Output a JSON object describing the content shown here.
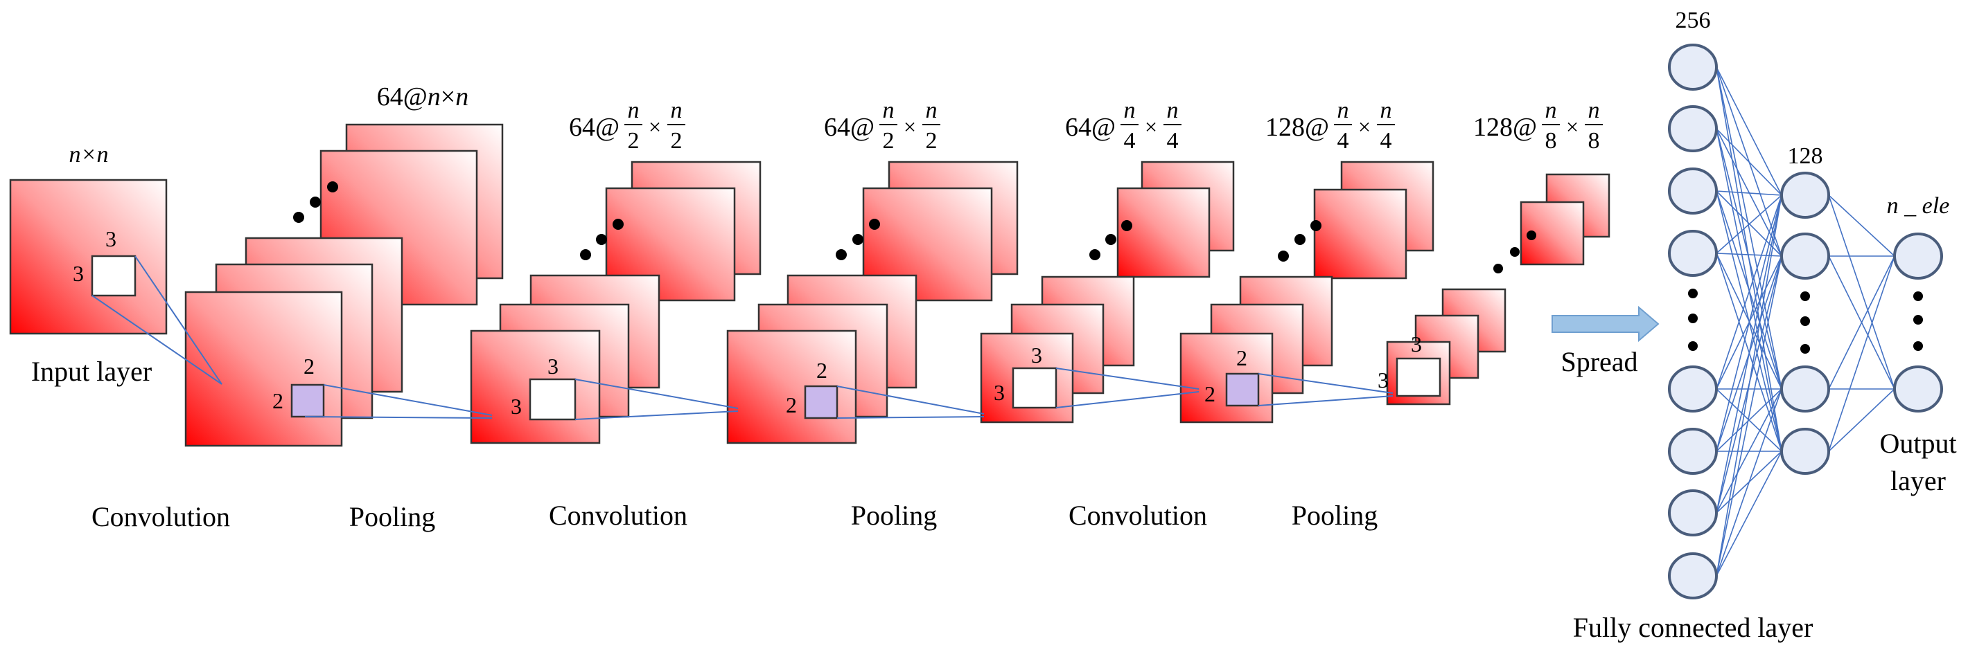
{
  "title": "",
  "input": {
    "size": "n×n",
    "window": "3",
    "label": "Input layer"
  },
  "stages": [
    {
      "name": "Convolution",
      "shape": "64@n×n",
      "window": "2"
    },
    {
      "name": "Pooling",
      "shape": "64@n/2×n/2",
      "window": "3"
    },
    {
      "name": "Convolution",
      "shape": "64@n/2×n/2",
      "window": "2"
    },
    {
      "name": "Pooling",
      "shape": "64@n/4×n/4",
      "window": "3"
    },
    {
      "name": "Convolution",
      "shape": "128@n/4×n/4",
      "window": "2"
    },
    {
      "name": "Pooling",
      "shape": "128@n/8×n/8",
      "window": "3"
    }
  ],
  "spread_label": "Spread",
  "fc": {
    "label": "Fully connected layer",
    "layers": [
      {
        "size": "256",
        "label": ""
      },
      {
        "size": "128",
        "label": ""
      },
      {
        "size": "n_ele",
        "label": "Output layer"
      }
    ]
  },
  "text": {
    "n": "n",
    "n2": "2",
    "n4": "4",
    "n8": "8",
    "times": "×",
    "at64": "64@",
    "at128": "128@",
    "nxn": "n×n",
    "win2": "2",
    "win3": "3",
    "input_label": "Input layer",
    "conv": "Convolution",
    "pool": "Pooling",
    "spread": "Spread",
    "fc_label": "Fully connected layer",
    "l256": "256",
    "l128": "128",
    "nele": "n _ ele",
    "output1": "Output",
    "output2": "layer"
  },
  "colors": {
    "map_dark": "#ff0000",
    "map_light": "#ffffff",
    "node_fill": "#e6ecf8",
    "node_stroke": "#4a5d7c",
    "connection": "#4472c4",
    "window_purple": "#c9b8ec",
    "arrow": "#9dc3e6"
  }
}
